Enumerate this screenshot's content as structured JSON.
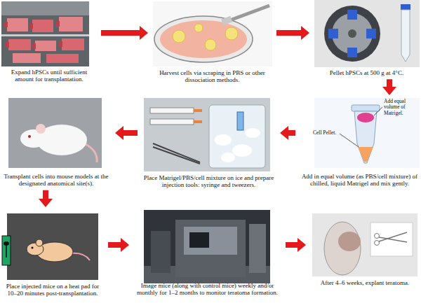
{
  "diagram": {
    "nodes": [
      {
        "text": [
          "Expand hPSCs until sufficient amount for transplantation."
        ]
      },
      {
        "text": [
          "Harvest cells via scraping in PBS or other dissociation methods."
        ]
      },
      {
        "text": [
          "Pellet hPSCs at 500 g at 4°C."
        ]
      },
      {
        "text": [
          "Add in equal volume (as PBS/cell mixture) of chilled, liquid Matrigel and mix gently."
        ]
      },
      {
        "text": [
          "Place Matrigel/PBS/cell mixture on ice and prepare injection tools: syringe and tweezers."
        ]
      },
      {
        "text": [
          "Transplant cells into mouse models at the designated anatomical site(s)."
        ]
      },
      {
        "text": [
          "Place injected mice on a heat pad for 10–20 minutes post-transplantation."
        ]
      },
      {
        "text": [
          "Image mice (along with control mice) weekly and/or monthly for 1–2 months to monitor teratoma formation."
        ]
      },
      {
        "text": [
          "After 4–6 weeks, explant teratoma."
        ]
      }
    ],
    "edges": [
      {
        "from": 0,
        "to": 1,
        "arrow": "to"
      },
      {
        "from": 1,
        "to": 2,
        "arrow": "to"
      },
      {
        "from": 2,
        "to": 3,
        "arrow": "to"
      },
      {
        "from": 3,
        "to": 4,
        "arrow": "to"
      },
      {
        "from": 4,
        "to": 5,
        "arrow": "to"
      },
      {
        "from": 5,
        "to": 6,
        "arrow": "to"
      },
      {
        "from": 6,
        "to": 7,
        "arrow": "to"
      },
      {
        "from": 7,
        "to": 8,
        "arrow": "to"
      }
    ],
    "labels": [
      "Add equal volume of Matrigel.",
      "Cell Pellet."
    ]
  }
}
